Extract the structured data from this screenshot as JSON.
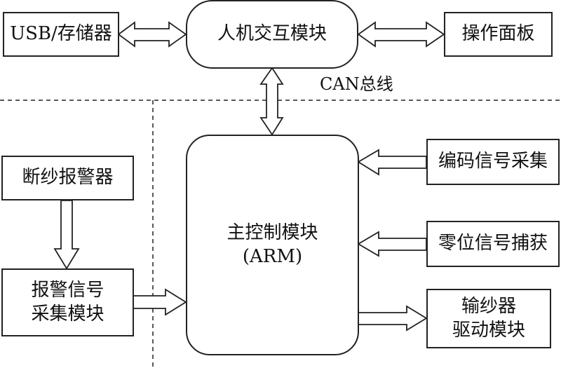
{
  "diagram": {
    "nodes": {
      "usb_storage": {
        "label": "USB/存储器"
      },
      "hmi_module": {
        "label": "人机交互模块"
      },
      "operation_panel": {
        "label": "操作面板"
      },
      "main_control": {
        "line1": "主控制模块",
        "line2": "(ARM)"
      },
      "yarn_break_alarm": {
        "label": "断纱报警器"
      },
      "alarm_signal_acq": {
        "line1": "报警信号",
        "line2": "采集模块"
      },
      "encoder_signal_acq": {
        "label": "编码信号采集"
      },
      "zero_signal_capture": {
        "label": "零位信号捕获"
      },
      "yarn_feeder_driver": {
        "line1": "输纱器",
        "line2": "驱动模块"
      }
    },
    "bus_label": "CAN总线",
    "edges": [
      {
        "from": "usb_storage",
        "to": "hmi_module",
        "direction": "bidirectional"
      },
      {
        "from": "hmi_module",
        "to": "operation_panel",
        "direction": "bidirectional"
      },
      {
        "from": "hmi_module",
        "to": "main_control",
        "direction": "bidirectional",
        "via": "CAN总线"
      },
      {
        "from": "yarn_break_alarm",
        "to": "alarm_signal_acq",
        "direction": "forward"
      },
      {
        "from": "alarm_signal_acq",
        "to": "main_control",
        "direction": "forward"
      },
      {
        "from": "encoder_signal_acq",
        "to": "main_control",
        "direction": "forward"
      },
      {
        "from": "zero_signal_capture",
        "to": "main_control",
        "direction": "forward"
      },
      {
        "from": "main_control",
        "to": "yarn_feeder_driver",
        "direction": "forward"
      }
    ]
  }
}
